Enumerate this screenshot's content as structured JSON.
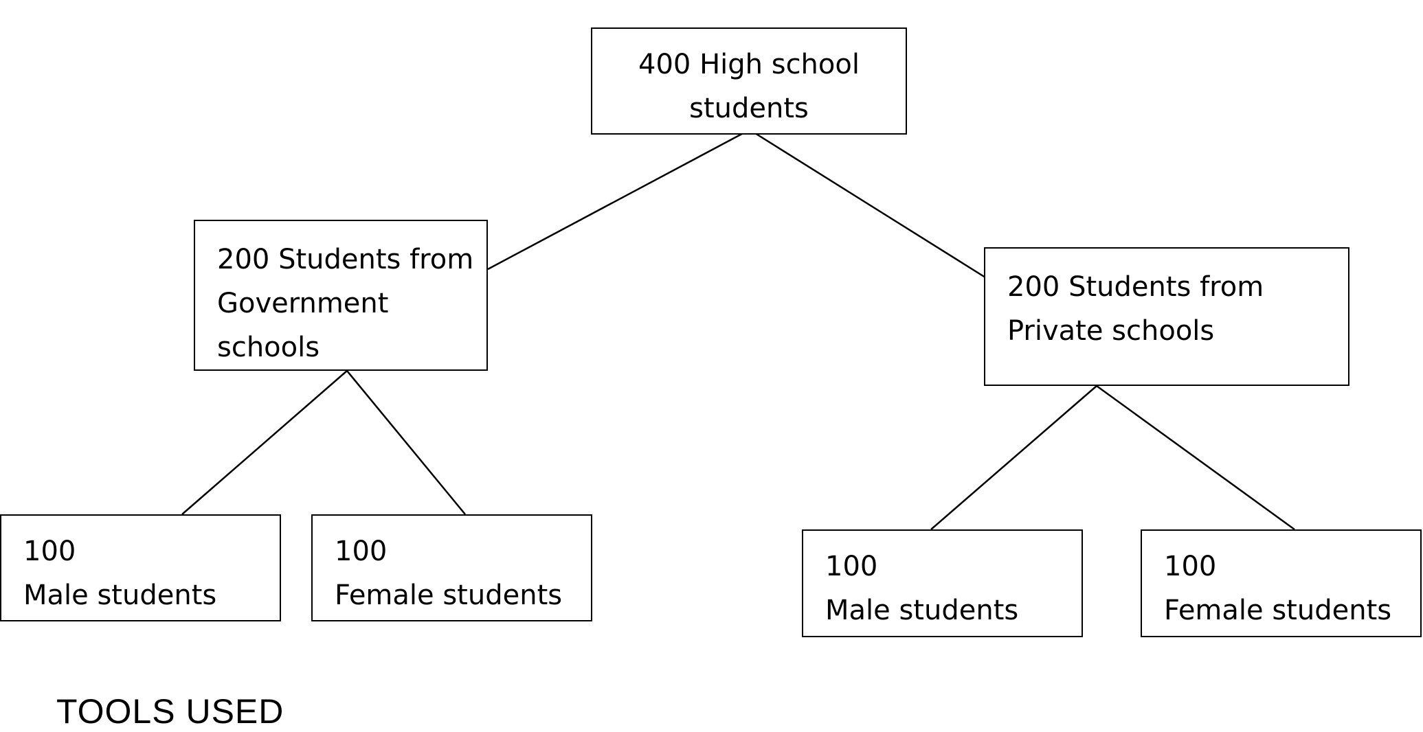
{
  "diagram": {
    "root": {
      "lines": [
        "400 High school",
        "students"
      ]
    },
    "government": {
      "lines": [
        "200 Students from",
        "Government",
        "schools"
      ],
      "male": {
        "count": "100",
        "label": "Male students"
      },
      "female": {
        "count": "100",
        "label": "Female students"
      }
    },
    "private": {
      "lines": [
        "200 Students from",
        "Private schools"
      ],
      "male": {
        "count": "100",
        "label": "Male students"
      },
      "female": {
        "count": "100",
        "label": "Female students"
      }
    }
  },
  "footer": {
    "text": "TOOLS USED"
  }
}
